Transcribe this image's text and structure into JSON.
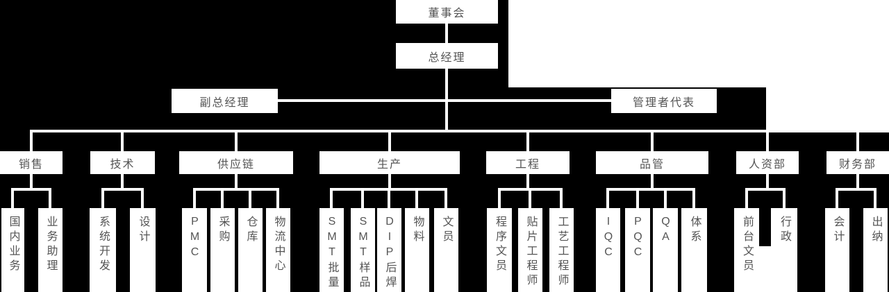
{
  "chart": {
    "type": "org-chart",
    "colors": {
      "background": "#000000",
      "box_fill": "#ffffff",
      "box_text": "#545454",
      "connector": "#ffffff"
    },
    "root": {
      "label": "董事会"
    },
    "general_manager": {
      "label": "总经理"
    },
    "deputy_general_manager": {
      "label": "副总经理"
    },
    "management_representative": {
      "label": "管理者代表"
    },
    "departments": [
      {
        "label": "销售",
        "children": [
          {
            "label": "国内业务"
          },
          {
            "label": "业务助理"
          }
        ]
      },
      {
        "label": "技术",
        "children": [
          {
            "label": "系统开发"
          },
          {
            "label": "设计"
          }
        ]
      },
      {
        "label": "供应链",
        "children": [
          {
            "label": "PMC"
          },
          {
            "label": "采购"
          },
          {
            "label": "仓库"
          },
          {
            "label": "物流中心"
          }
        ]
      },
      {
        "label": "生产",
        "children": [
          {
            "label": "SMT批量"
          },
          {
            "label": "SMT样品"
          },
          {
            "label": "DIP后焊"
          },
          {
            "label": "物料"
          },
          {
            "label": "文员"
          }
        ]
      },
      {
        "label": "工程",
        "children": [
          {
            "label": "程序文员"
          },
          {
            "label": "贴片工程师"
          },
          {
            "label": "工艺工程师"
          }
        ]
      },
      {
        "label": "品管",
        "children": [
          {
            "label": "IQC"
          },
          {
            "label": "PQC"
          },
          {
            "label": "QA"
          },
          {
            "label": "体系"
          }
        ]
      },
      {
        "label": "人资部",
        "children": [
          {
            "label": "前台文员"
          },
          {
            "label": "行政"
          }
        ]
      },
      {
        "label": "财务部",
        "children": [
          {
            "label": "会计"
          },
          {
            "label": "出纳"
          }
        ]
      }
    ]
  }
}
